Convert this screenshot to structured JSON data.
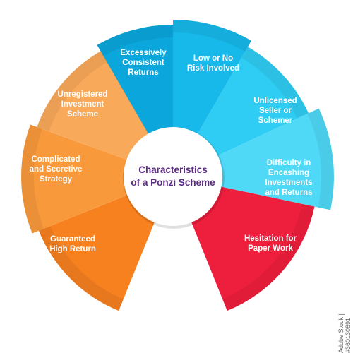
{
  "center": {
    "title": "Characteristics\nof a Ponzi Scheme"
  },
  "segments": [
    {
      "id": "guaranteed-high-return",
      "label": "Guaranteed\nHigh Return",
      "color": "#f7801f"
    },
    {
      "id": "complicated-secretive-strategy",
      "label": "Complicated\nand Secretive\nStrategy",
      "color": "#f89a3c"
    },
    {
      "id": "unregistered-investment-scheme",
      "label": "Unregistered\nInvestment\nScheme",
      "color": "#f9a95a"
    },
    {
      "id": "excessively-consistent-returns",
      "label": "Excessively\nConsistent\nReturns",
      "color": "#0aa6dc"
    },
    {
      "id": "low-or-no-risk",
      "label": "Low or No\nRisk Involved",
      "color": "#17b9ea"
    },
    {
      "id": "unlicensed-seller",
      "label": "Unlicensed\nSeller or\nSchemer",
      "color": "#2fcdf3"
    },
    {
      "id": "difficulty-encashing",
      "label": "Difficulty in\nEncashing\nInvestments\nand Returns",
      "color": "#4fd9f7"
    },
    {
      "id": "hesitation-paper-work",
      "label": "Hesitation for\nPaper Work",
      "color": "#ee1e3d"
    }
  ],
  "watermark": {
    "text": "Adobe Stock | #360130891"
  }
}
